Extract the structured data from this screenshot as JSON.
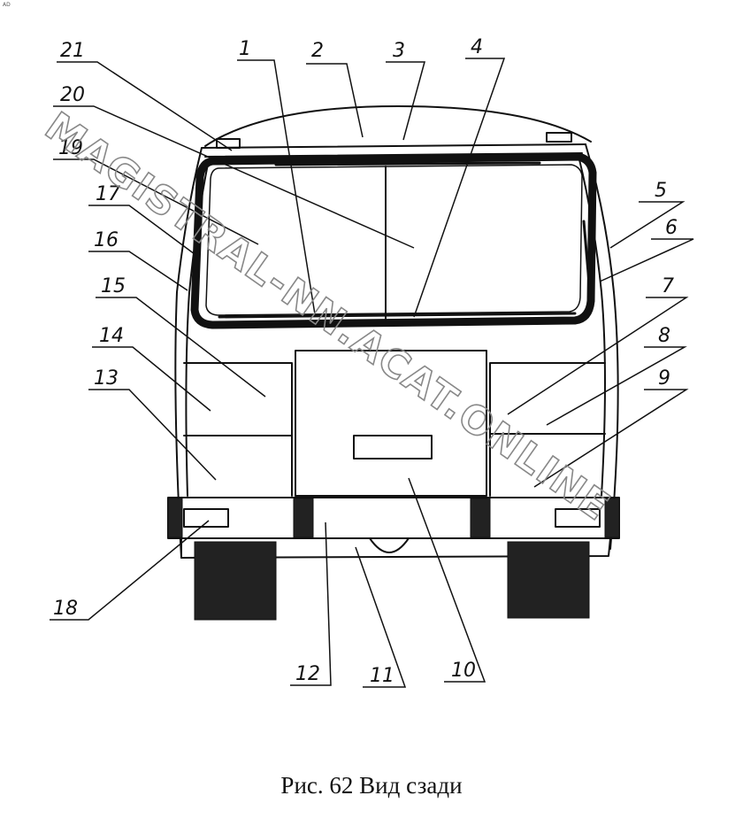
{
  "corner_mark": "AD",
  "caption": "Рис. 62 Вид сзади",
  "watermark": "MAGISTRAL-NN.ACAT.ONLINE",
  "callouts": [
    "1",
    "2",
    "3",
    "4",
    "5",
    "6",
    "7",
    "8",
    "9",
    "10",
    "11",
    "12",
    "13",
    "14",
    "15",
    "16",
    "17",
    "18",
    "19",
    "20",
    "21"
  ],
  "colors": {
    "ink": "#111111",
    "watermark": "#888888"
  }
}
